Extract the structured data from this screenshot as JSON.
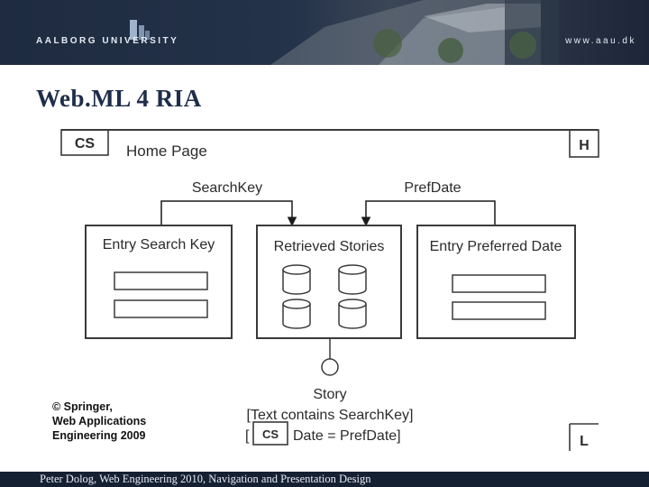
{
  "banner": {
    "brand": "AALBORG UNIVERSITY",
    "website": "www.aau.dk"
  },
  "slide": {
    "title": "Web.ML 4 RIA"
  },
  "diagram": {
    "page": {
      "marker_left": "CS",
      "title": "Home Page",
      "marker_right": "H"
    },
    "links": {
      "left": "SearchKey",
      "right": "PrefDate"
    },
    "units": {
      "entry_search": "Entry Search Key",
      "retrieved": "Retrieved Stories",
      "entry_date": "Entry Preferred Date"
    },
    "story": {
      "name": "Story",
      "selector": "[Text contains SearchKey]",
      "selector_open": "[",
      "cs_tag": "CS",
      "selector_tail": "Date = PrefDate]",
      "marker": "L"
    }
  },
  "credit": {
    "line1": "© Springer,",
    "line2": "Web Applications",
    "line3": "Engineering 2009"
  },
  "footer": {
    "text": "Peter Dolog, Web Engineering 2010, Navigation and Presentation Design"
  }
}
